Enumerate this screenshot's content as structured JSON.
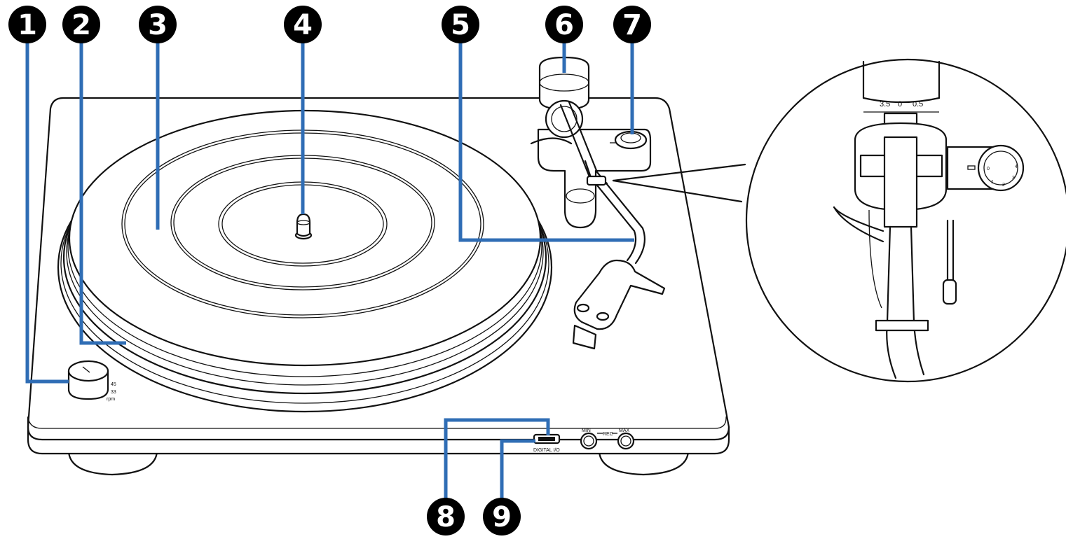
{
  "callouts": [
    {
      "id": "1",
      "label": "1"
    },
    {
      "id": "2",
      "label": "2"
    },
    {
      "id": "3",
      "label": "3"
    },
    {
      "id": "4",
      "label": "4"
    },
    {
      "id": "5",
      "label": "5"
    },
    {
      "id": "6",
      "label": "6"
    },
    {
      "id": "7",
      "label": "7"
    },
    {
      "id": "8",
      "label": "8"
    },
    {
      "id": "9",
      "label": "9"
    }
  ],
  "speed_labels": [
    "45",
    "33",
    "rpm"
  ],
  "front_panel": {
    "usb_label": "DIGITAL I/O",
    "rec_label": "REC",
    "jack_left": "MIN",
    "jack_right": "MAX"
  },
  "inset_scale": [
    "3.5",
    "0",
    "0.5"
  ],
  "inset_dial": [
    "0",
    "1",
    "2",
    "3",
    "4"
  ],
  "colors": {
    "leader": "#2f6db5",
    "badge": "#000000",
    "line": "#111111"
  }
}
